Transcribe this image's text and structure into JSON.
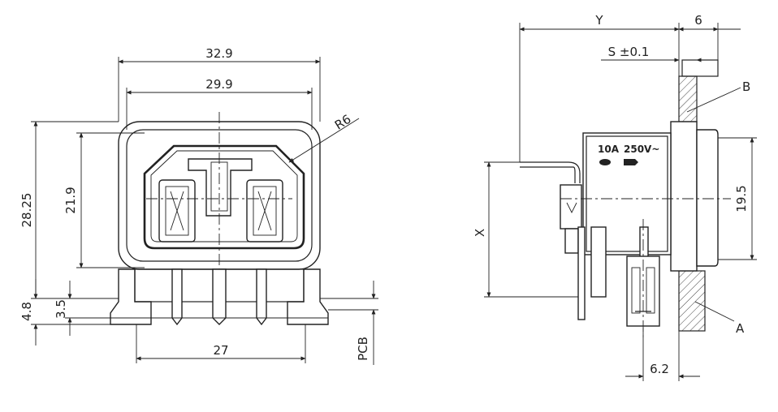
{
  "front_view": {
    "dims": {
      "overall_width": "32.9",
      "inner_width": "29.9",
      "radius": "R6",
      "overall_height": "28.25",
      "inner_height": "21.9",
      "pin_offset_outer": "4.8",
      "pin_offset_inner": "3.5",
      "pin_spacing": "27",
      "pcb": "PCB"
    }
  },
  "side_view": {
    "dims": {
      "y": "Y",
      "depth": "6",
      "s_tolerance": "S ±0.1",
      "b": "B",
      "height": "19.5",
      "x": "X",
      "a": "A",
      "pin_width": "6.2"
    },
    "rating_current": "10A",
    "rating_voltage": "250V~"
  }
}
